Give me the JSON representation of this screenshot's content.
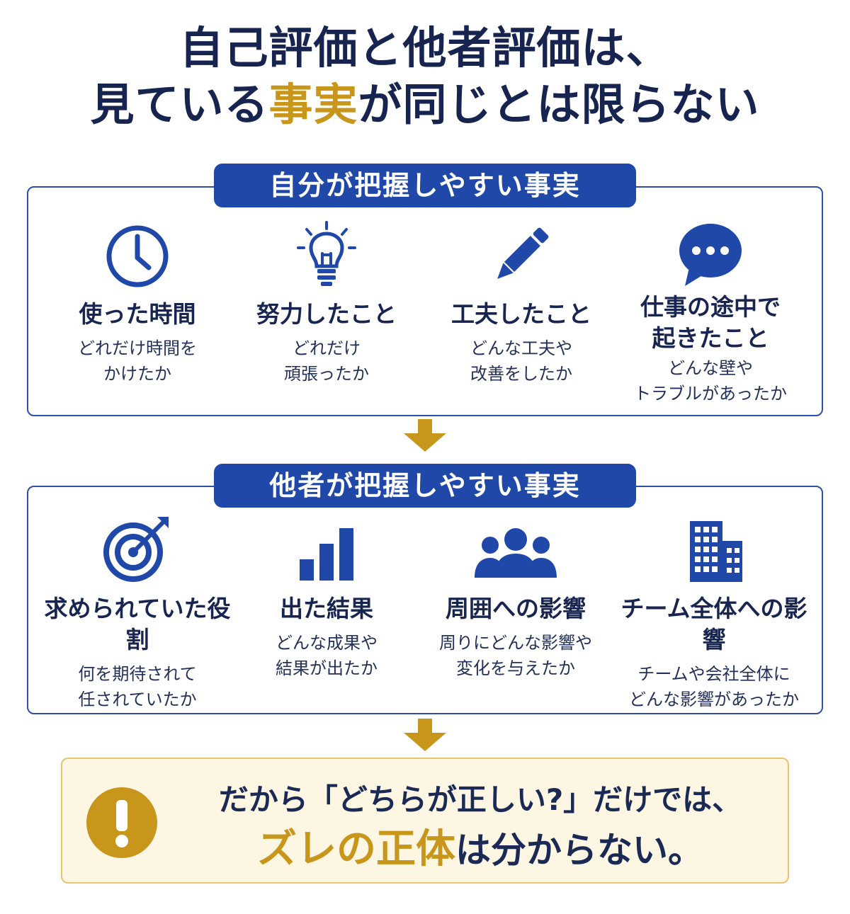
{
  "title": {
    "line1": "自己評価と他者評価は、",
    "line2_pre": "見ている",
    "line2_hl": "事実",
    "line2_post": "が同じとは限らない"
  },
  "self_section": {
    "label": "自分が把握しやすい事実",
    "items": [
      {
        "icon": "clock-icon",
        "title": "使った時間",
        "desc": "どれだけ時間を\nかけたか"
      },
      {
        "icon": "lightbulb-icon",
        "title": "努力したこと",
        "desc": "どれだけ\n頑張ったか"
      },
      {
        "icon": "pencil-icon",
        "title": "工夫したこと",
        "desc": "どんな工夫や\n改善をしたか"
      },
      {
        "icon": "speech-bubble-icon",
        "title": "仕事の途中で\n起きたこと",
        "desc": "どんな壁や\nトラブルがあったか"
      }
    ]
  },
  "other_section": {
    "label": "他者が把握しやすい事実",
    "items": [
      {
        "icon": "target-icon",
        "title": "求められていた役割",
        "desc": "何を期待されて\n任されていたか"
      },
      {
        "icon": "bar-chart-icon",
        "title": "出た結果",
        "desc": "どんな成果や\n結果が出たか"
      },
      {
        "icon": "people-icon",
        "title": "周囲への影響",
        "desc": "周りにどんな影響や\n変化を与えたか"
      },
      {
        "icon": "building-icon",
        "title": "チーム全体への影響",
        "desc": "チームや会社全体に\nどんな影響があったか"
      }
    ]
  },
  "conclusion": {
    "icon": "exclamation-icon",
    "line1": "だから「どちらが正しい?」だけでは、",
    "line2_a": "ズレの",
    "line2_hl": "正体",
    "line2_b": "は分からない。"
  },
  "colors": {
    "navy": "#1f48a8",
    "gold": "#c9961c",
    "text": "#16244f"
  }
}
